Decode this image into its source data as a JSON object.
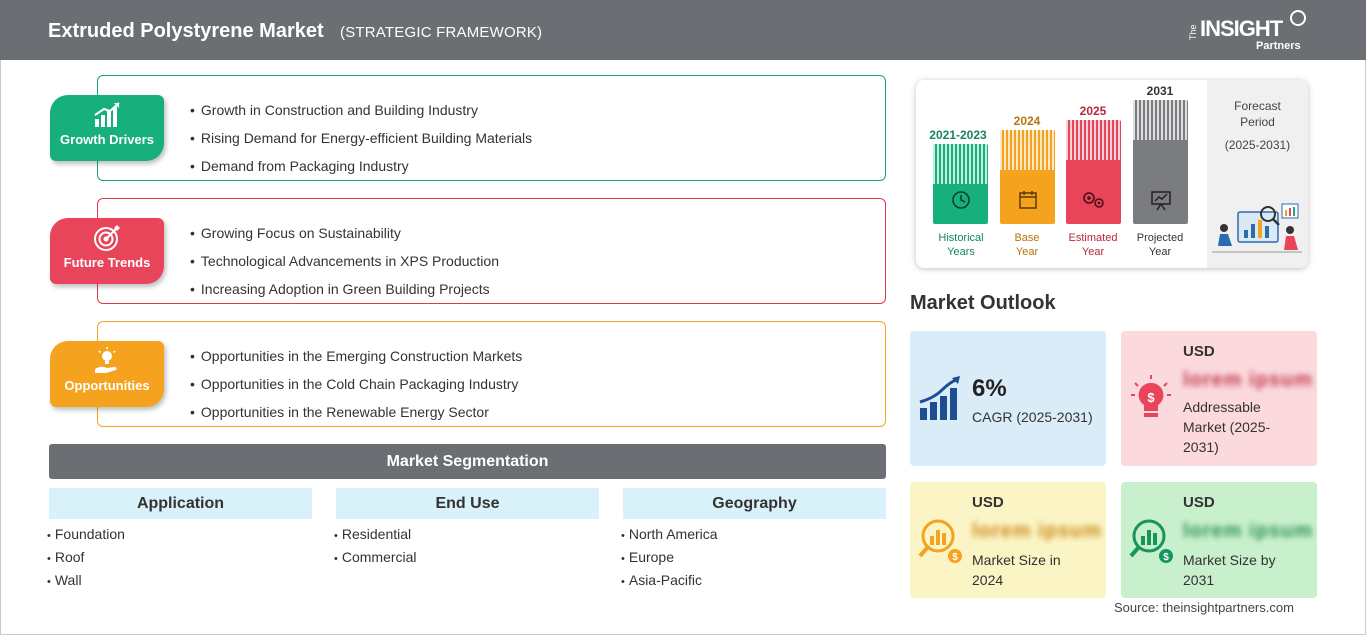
{
  "header": {
    "title": "Extruded Polystyrene Market",
    "subtitle": "(STRATEGIC FRAMEWORK)",
    "logo": {
      "the": "The",
      "insight": "INSIGHT",
      "partners": "Partners"
    }
  },
  "colors": {
    "header_bg": "#6b6e72",
    "growth": "#17b07c",
    "trends": "#e8445a",
    "opportunities": "#f5a21e"
  },
  "sections": [
    {
      "label": "Growth Drivers",
      "icon": "growth-chart-icon",
      "items": [
        "Growth in Construction and Building Industry",
        "Rising Demand for Energy-efficient Building Materials",
        "Demand from Packaging Industry"
      ]
    },
    {
      "label": "Future Trends",
      "icon": "target-icon",
      "items": [
        "Growing Focus on Sustainability",
        "Technological Advancements in XPS Production",
        "Increasing Adoption in Green Building Projects"
      ]
    },
    {
      "label": "Opportunities",
      "icon": "idea-hand-icon",
      "items": [
        "Opportunities in the Emerging Construction Markets",
        "Opportunities in the Cold Chain Packaging Industry",
        "Opportunities in the Renewable Energy Sector"
      ]
    }
  ],
  "segmentation": {
    "title": "Market Segmentation",
    "columns": [
      {
        "heading": "Application",
        "items": [
          "Foundation",
          "Roof",
          "Wall"
        ]
      },
      {
        "heading": "End Use",
        "items": [
          "Residential",
          "Commercial"
        ]
      },
      {
        "heading": "Geography",
        "items": [
          "North America",
          "Europe",
          "Asia-Pacific"
        ]
      }
    ]
  },
  "timeline": {
    "bars": [
      {
        "year": "2021-2023",
        "label_line1": "Historical",
        "label_line2": "Years",
        "color": "#17b07c",
        "year_color": "#17855f",
        "label_color": "#17855f"
      },
      {
        "year": "2024",
        "label_line1": "Base",
        "label_line2": "Year",
        "color": "#f5a21e",
        "year_color": "#b8740d",
        "label_color": "#b8740d"
      },
      {
        "year": "2025",
        "label_line1": "Estimated",
        "label_line2": "Year",
        "color": "#e8445a",
        "year_color": "#b8283c",
        "label_color": "#b8283c"
      },
      {
        "year": "2031",
        "label_line1": "Projected",
        "label_line2": "Year",
        "color": "#7a7c80",
        "year_color": "#333333",
        "label_color": "#333333"
      }
    ],
    "forecast_line1": "Forecast",
    "forecast_line2": "Period",
    "forecast_line3": "(2025-2031)"
  },
  "outlook": {
    "title": "Market Outlook",
    "cagr": {
      "value": "6%",
      "label": "CAGR (2025-2031)"
    },
    "addressable": {
      "currency": "USD",
      "value": "lorem ipsum",
      "label_line1": "Addressable",
      "label_line2": "Market (2025-",
      "label_line3": "2031)"
    },
    "size_2024": {
      "currency": "USD",
      "value": "lorem ipsum",
      "label_line1": "Market Size in",
      "label_line2": "2024"
    },
    "size_2031": {
      "currency": "USD",
      "value": "lorem ipsum",
      "label_line1": "Market Size by",
      "label_line2": "2031"
    }
  },
  "source": "Source: theinsightpartners.com"
}
